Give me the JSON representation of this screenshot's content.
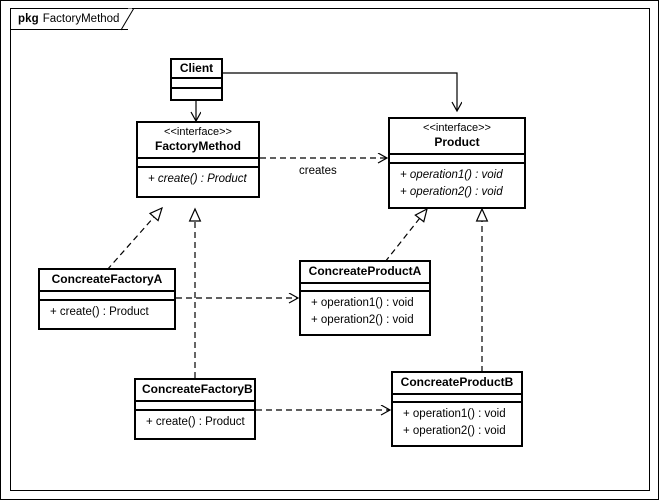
{
  "diagram": {
    "kind": "uml-class-diagram",
    "package": {
      "keyword": "pkg",
      "name": "FactoryMethod"
    },
    "colors": {
      "stroke": "#000000",
      "fill": "#ffffff",
      "text": "#000000"
    },
    "classes": [
      {
        "id": "client",
        "name": "Client",
        "stereotype": "",
        "attributes": [],
        "operations": []
      },
      {
        "id": "factorymethod",
        "name": "FactoryMethod",
        "stereotype": "<<interface>>",
        "attributes": [],
        "operations": [
          "+ create() : Product"
        ]
      },
      {
        "id": "product",
        "name": "Product",
        "stereotype": "<<interface>>",
        "attributes": [],
        "operations": [
          "+ operation1() : void",
          "+ operation2() : void"
        ]
      },
      {
        "id": "concreatefactorya",
        "name": "ConcreateFactoryA",
        "stereotype": "",
        "attributes": [],
        "operations": [
          "+ create() : Product"
        ]
      },
      {
        "id": "concreateproducta",
        "name": "ConcreateProductA",
        "stereotype": "",
        "attributes": [],
        "operations": [
          "+ operation1() : void",
          "+ operation2() : void"
        ]
      },
      {
        "id": "concreatefactoryb",
        "name": "ConcreateFactoryB",
        "stereotype": "",
        "attributes": [],
        "operations": [
          "+ create() : Product"
        ]
      },
      {
        "id": "concreateproductb",
        "name": "ConcreateProductB",
        "stereotype": "",
        "attributes": [],
        "operations": [
          "+ operation1() : void",
          "+ operation2() : void"
        ]
      }
    ],
    "relationships": [
      {
        "id": "client-factorymethod",
        "from": "Client",
        "to": "FactoryMethod",
        "type": "association",
        "label": ""
      },
      {
        "id": "client-product",
        "from": "Client",
        "to": "Product",
        "type": "association",
        "label": ""
      },
      {
        "id": "factorymethod-product",
        "from": "FactoryMethod",
        "to": "Product",
        "type": "dependency",
        "label": "creates"
      },
      {
        "id": "concreatefactorya-factorymethod",
        "from": "ConcreateFactoryA",
        "to": "FactoryMethod",
        "type": "realization",
        "label": ""
      },
      {
        "id": "concreatefactoryb-factorymethod",
        "from": "ConcreateFactoryB",
        "to": "FactoryMethod",
        "type": "realization",
        "label": ""
      },
      {
        "id": "concreateproducta-product",
        "from": "ConcreateProductA",
        "to": "Product",
        "type": "realization",
        "label": ""
      },
      {
        "id": "concreateproductb-product",
        "from": "ConcreateProductB",
        "to": "Product",
        "type": "realization",
        "label": ""
      },
      {
        "id": "concreatefactorya-concreateproducta",
        "from": "ConcreateFactoryA",
        "to": "ConcreateProductA",
        "type": "dependency",
        "label": ""
      },
      {
        "id": "concreatefactoryb-concreateproductb",
        "from": "ConcreateFactoryB",
        "to": "ConcreateProductB",
        "type": "dependency",
        "label": ""
      }
    ]
  }
}
